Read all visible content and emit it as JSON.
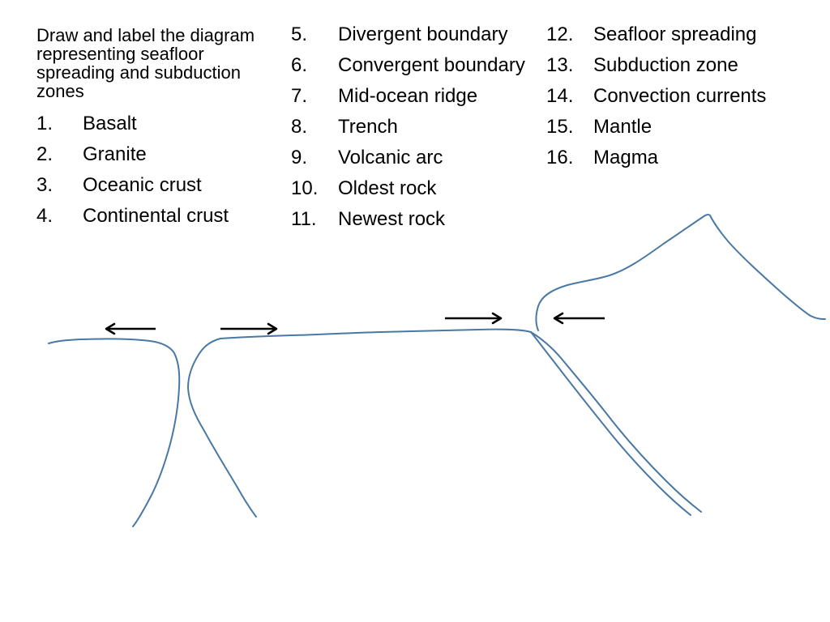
{
  "instruction": "Draw and label the diagram representing seafloor spreading and subduction zones",
  "terms": [
    {
      "num": "1.",
      "label": "Basalt"
    },
    {
      "num": "2.",
      "label": "Granite"
    },
    {
      "num": "3.",
      "label": "Oceanic crust"
    },
    {
      "num": "4.",
      "label": "Continental crust"
    },
    {
      "num": "5.",
      "label": "Divergent boundary"
    },
    {
      "num": "6.",
      "label": "Convergent boundary"
    },
    {
      "num": "7.",
      "label": "Mid-ocean ridge"
    },
    {
      "num": "8.",
      "label": "Trench"
    },
    {
      "num": "9.",
      "label": "Volcanic arc"
    },
    {
      "num": "10.",
      "label": "Oldest rock"
    },
    {
      "num": "11.",
      "label": "Newest rock"
    },
    {
      "num": "12.",
      "label": "Seafloor spreading"
    },
    {
      "num": "13.",
      "label": "Subduction zone"
    },
    {
      "num": "14.",
      "label": "Convection currents"
    },
    {
      "num": "15.",
      "label": "Mantle"
    },
    {
      "num": "16.",
      "label": "Magma"
    }
  ],
  "diagram": {
    "line_color": "#4a78a4",
    "arrow_color": "#000000",
    "arrows": [
      {
        "name": "left-spreading-arrow",
        "direction": "left"
      },
      {
        "name": "right-spreading-arrow",
        "direction": "right"
      },
      {
        "name": "converging-arrow-from-left",
        "direction": "right"
      },
      {
        "name": "converging-arrow-from-right",
        "direction": "left"
      }
    ]
  }
}
